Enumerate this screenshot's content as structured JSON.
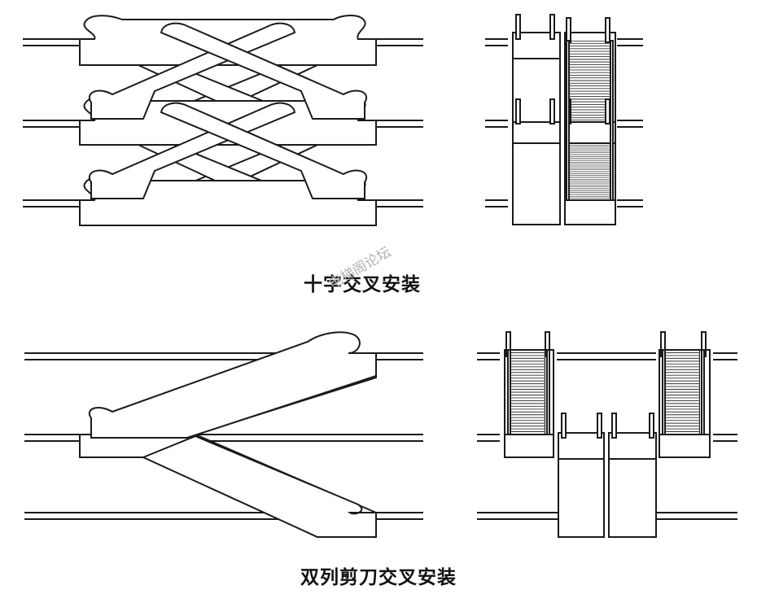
{
  "captions": {
    "cross": "十字交叉安装",
    "double_scissor": "双列剪刀交叉安装"
  },
  "watermark": "电梯阁论坛",
  "colors": {
    "line": "#1a1a1a",
    "fill": "#ffffff",
    "watermark": "#b3b3b3"
  }
}
